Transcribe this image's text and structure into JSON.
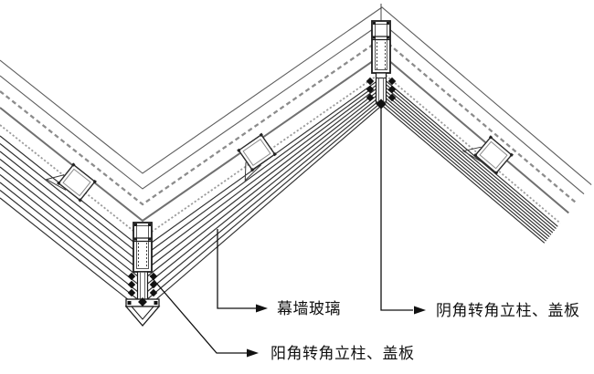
{
  "diagram": {
    "type": "curtain-wall-corner-plan-detail",
    "labels": {
      "glass": "幕墙玻璃",
      "inner_corner_column": "阴角转角立柱、盖板",
      "outer_corner_column": "阳角转角立柱、盖板"
    },
    "colors": {
      "background": "#ffffff",
      "dark_line": "#2e2e2e",
      "outline_line": "#5e5e5e",
      "gray_sheet_line": "#707070",
      "dashed_hidden_line": "#8c8c8c",
      "wavy_gasket_line": "#9c9c9c",
      "text": "#111111"
    }
  }
}
